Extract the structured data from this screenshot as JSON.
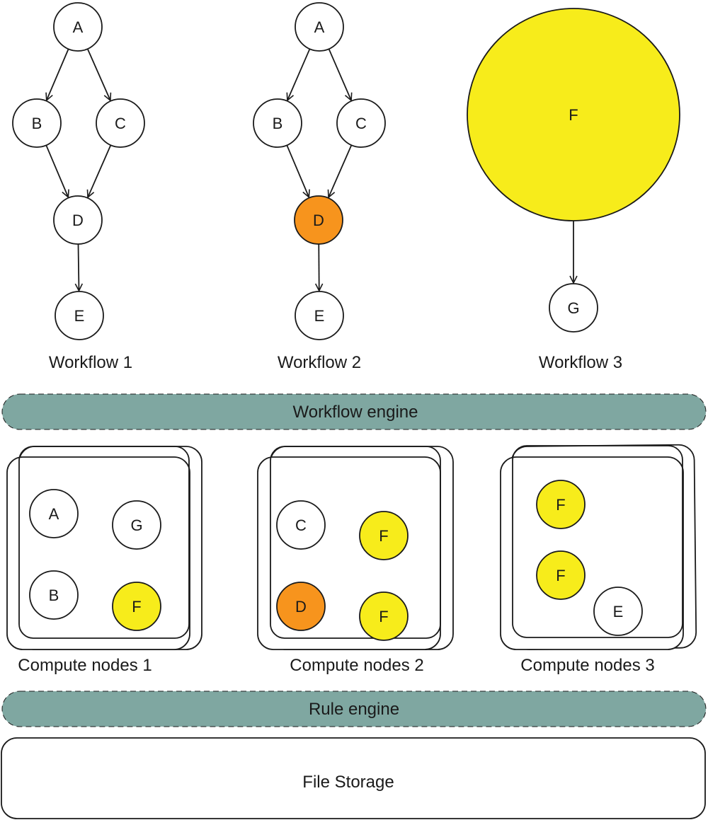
{
  "colors": {
    "node_default": "#ffffff",
    "node_orange": "#f7941d",
    "node_yellow": "#f7ec1b",
    "engine_band": "#7fa7a1",
    "stroke": "#1a1a1a"
  },
  "workflows": [
    {
      "caption": "Workflow 1",
      "nodes": [
        {
          "label": "A",
          "fill": "default"
        },
        {
          "label": "B",
          "fill": "default"
        },
        {
          "label": "C",
          "fill": "default"
        },
        {
          "label": "D",
          "fill": "default"
        },
        {
          "label": "E",
          "fill": "default"
        }
      ],
      "edges": [
        [
          "A",
          "B"
        ],
        [
          "A",
          "C"
        ],
        [
          "B",
          "D"
        ],
        [
          "C",
          "D"
        ],
        [
          "D",
          "E"
        ]
      ]
    },
    {
      "caption": "Workflow 2",
      "nodes": [
        {
          "label": "A",
          "fill": "default"
        },
        {
          "label": "B",
          "fill": "default"
        },
        {
          "label": "C",
          "fill": "default"
        },
        {
          "label": "D",
          "fill": "orange"
        },
        {
          "label": "E",
          "fill": "default"
        }
      ],
      "edges": [
        [
          "A",
          "B"
        ],
        [
          "A",
          "C"
        ],
        [
          "B",
          "D"
        ],
        [
          "C",
          "D"
        ],
        [
          "D",
          "E"
        ]
      ]
    },
    {
      "caption": "Workflow 3",
      "nodes": [
        {
          "label": "F",
          "fill": "yellow"
        },
        {
          "label": "G",
          "fill": "default"
        }
      ],
      "edges": [
        [
          "F",
          "G"
        ]
      ]
    }
  ],
  "workflow_engine": {
    "label": "Workflow engine"
  },
  "compute_groups": [
    {
      "caption": "Compute nodes 1",
      "nodes": [
        {
          "label": "A",
          "fill": "default"
        },
        {
          "label": "G",
          "fill": "default"
        },
        {
          "label": "B",
          "fill": "default"
        },
        {
          "label": "F",
          "fill": "yellow"
        }
      ]
    },
    {
      "caption": "Compute nodes 2",
      "nodes": [
        {
          "label": "C",
          "fill": "default"
        },
        {
          "label": "F",
          "fill": "yellow"
        },
        {
          "label": "D",
          "fill": "orange"
        },
        {
          "label": "F",
          "fill": "yellow"
        }
      ]
    },
    {
      "caption": "Compute nodes 3",
      "nodes": [
        {
          "label": "F",
          "fill": "yellow"
        },
        {
          "label": "F",
          "fill": "yellow"
        },
        {
          "label": "E",
          "fill": "default"
        }
      ]
    }
  ],
  "rule_engine": {
    "label": "Rule engine"
  },
  "file_storage": {
    "label": "File Storage"
  }
}
